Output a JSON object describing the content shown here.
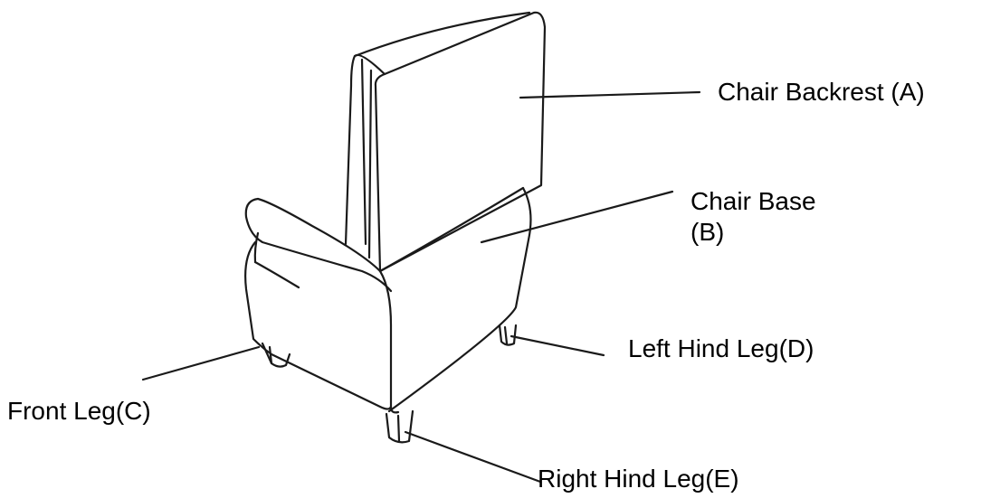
{
  "labels": {
    "backrest": {
      "text": "Chair Backrest (A)"
    },
    "base": {
      "line1": "Chair Base",
      "line2": "(B)"
    },
    "front_leg": {
      "text": "Front Leg(C)"
    },
    "left_hind_leg": {
      "text": "Left Hind Leg(D)"
    },
    "right_hind_leg": {
      "text": "Right Hind Leg(E)"
    }
  },
  "colors": {
    "line": "#1a1a1a",
    "text": "#000000",
    "background": "#ffffff"
  }
}
